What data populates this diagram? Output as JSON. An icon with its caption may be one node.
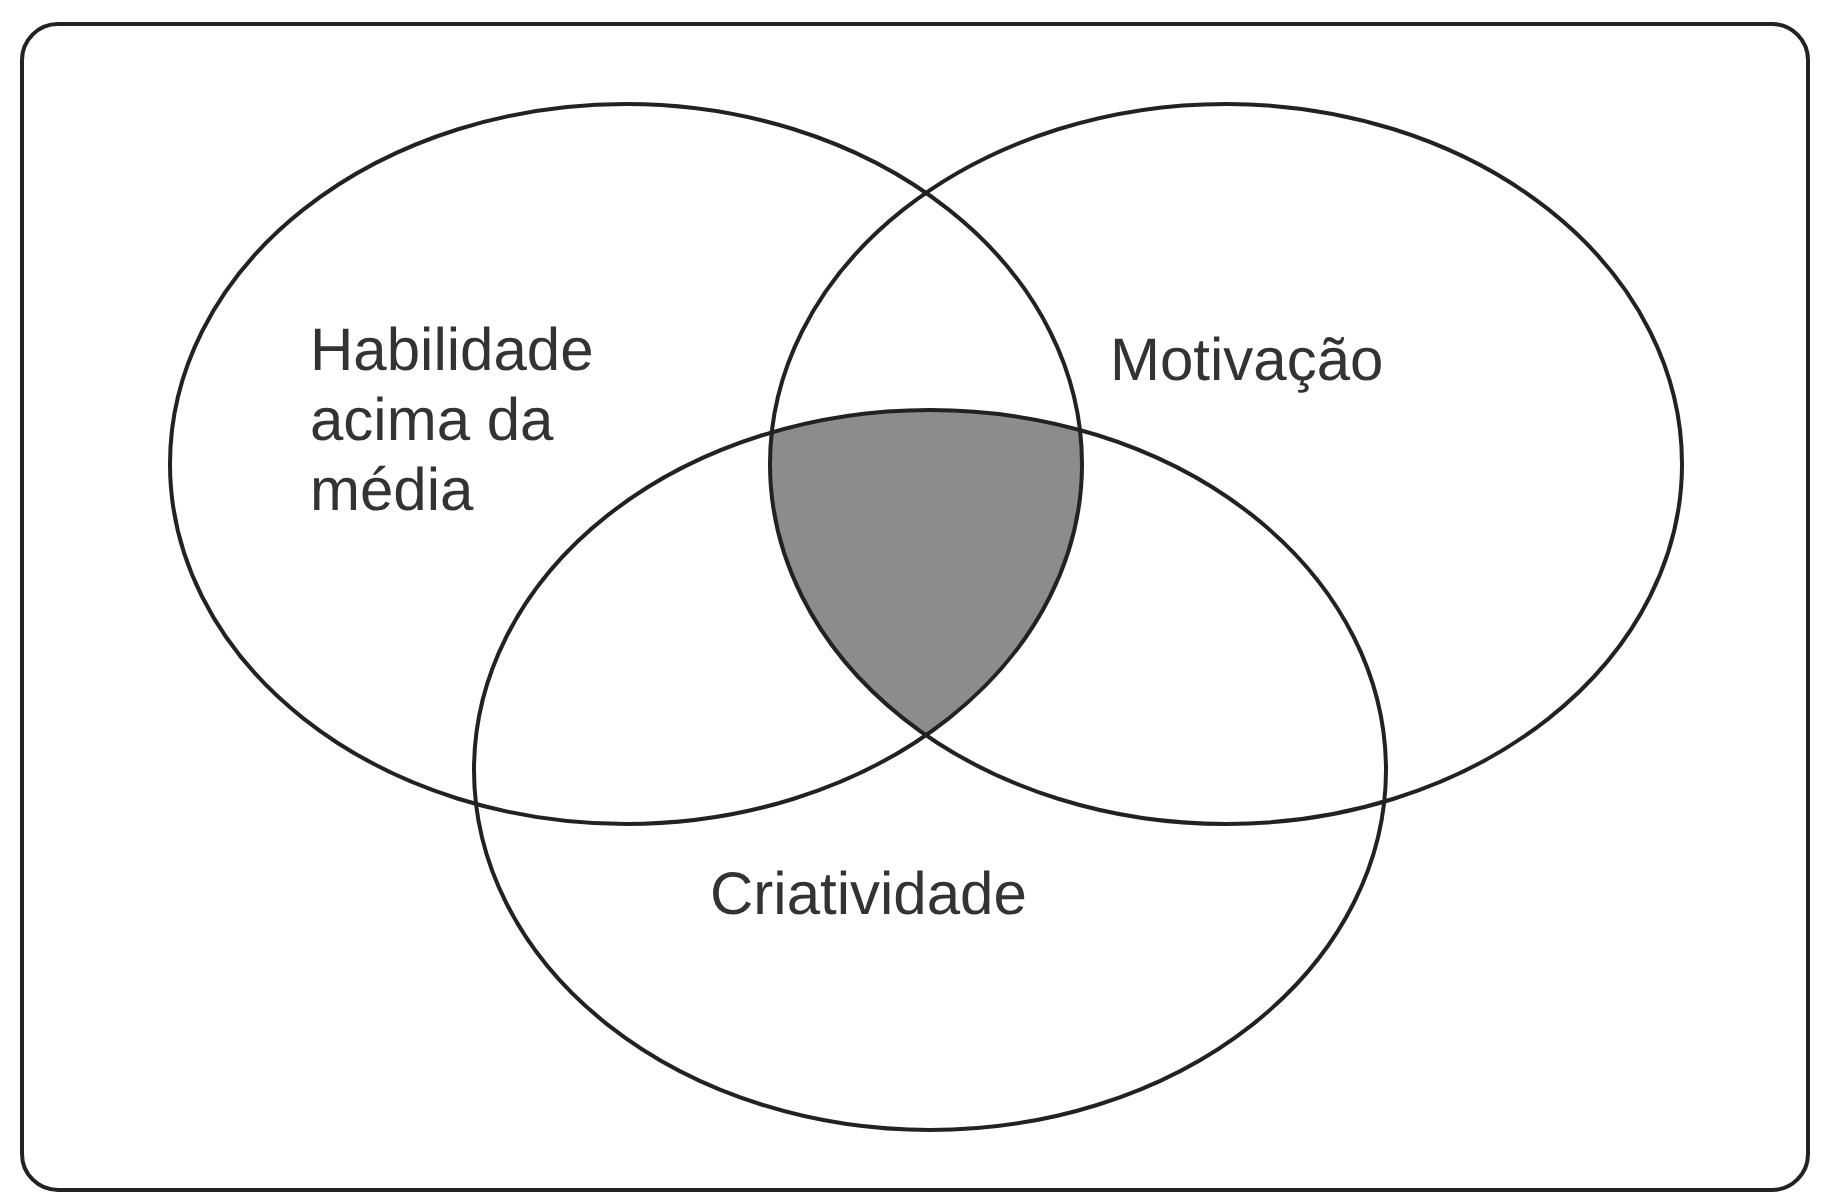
{
  "diagram": {
    "nodes": [
      {
        "text": [
          "Habilidade acima da média"
        ]
      },
      {
        "text": [
          "Motivação"
        ]
      },
      {
        "text": [
          "Criatividade"
        ]
      },
      {
        "text": [],
        "shape": "shaded-area"
      }
    ],
    "edges": []
  }
}
